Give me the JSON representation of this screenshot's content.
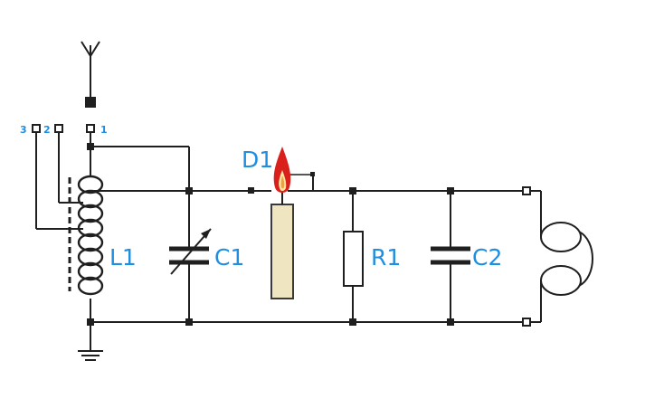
{
  "colors": {
    "wire": "#1f1f1f",
    "label": "#1e8fe0",
    "diode_body": "#efe5c0",
    "diode_border": "#3a3a3a",
    "flame_outer": "#d9201b",
    "flame_inner": "#ffe9a8"
  },
  "labels": {
    "tap_3": "3",
    "tap_2": "2",
    "tap_1": "1",
    "coil": "L1",
    "tuning_capacitor": "C1",
    "diode": "D1",
    "resistor": "R1",
    "capacitor": "C2"
  },
  "icons": {
    "antenna": "antenna-icon",
    "ground": "ground-icon",
    "headphones": "headphones-icon",
    "diode_flame": "flame-icon"
  }
}
